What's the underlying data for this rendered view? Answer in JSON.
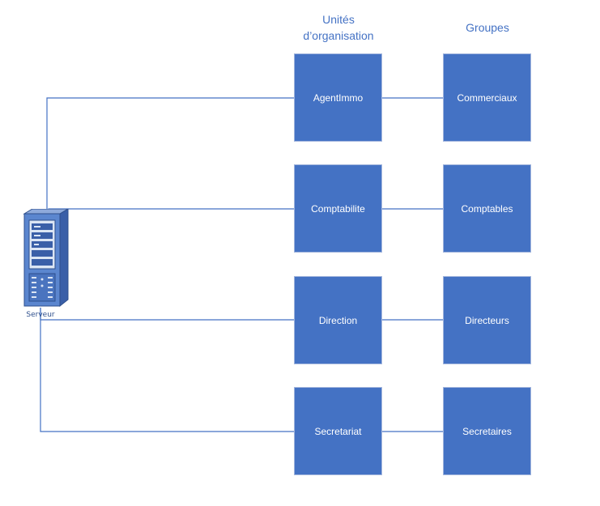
{
  "headers": {
    "org_units": "Unités\nd’organisation",
    "groups": "Groupes"
  },
  "server": {
    "label": "Serveur",
    "icon": "server-rack-icon"
  },
  "org_units": [
    "AgentImmo",
    "Comptabilite",
    "Direction",
    "Secretariat"
  ],
  "groups": [
    "Commerciaux",
    "Comptables",
    "Directeurs",
    "Secretaires"
  ],
  "colors": {
    "box_fill": "#4472c4",
    "box_border": "#a3b6dd",
    "connector": "#4472c4",
    "header_text": "#4472c4",
    "box_text": "#ffffff"
  }
}
